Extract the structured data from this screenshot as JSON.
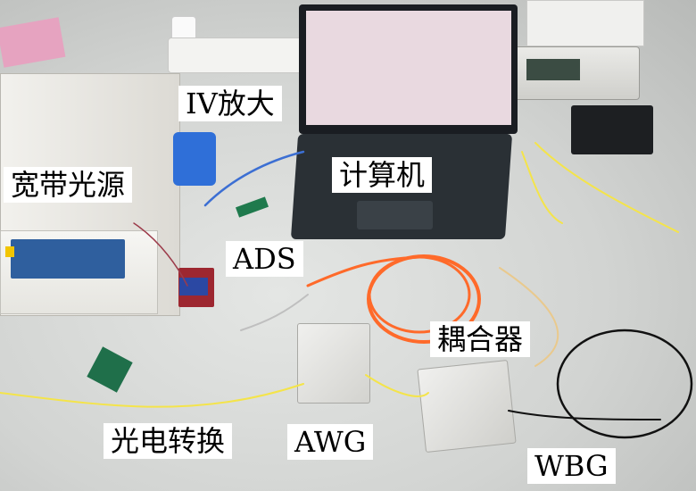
{
  "labels": {
    "broadband_source": "宽带光源",
    "iv_amplifier": "IV放大",
    "computer": "计算机",
    "ads": "ADS",
    "coupler": "耦合器",
    "photoelectric_converter": "光电转换",
    "awg": "AWG",
    "wbg": "WBG"
  },
  "colors": {
    "orange_fiber": "#ff6a2a",
    "yellow_fiber": "#f4e44a",
    "black_fiber": "#111111",
    "label_background": "#ffffff",
    "label_text": "#000000"
  }
}
